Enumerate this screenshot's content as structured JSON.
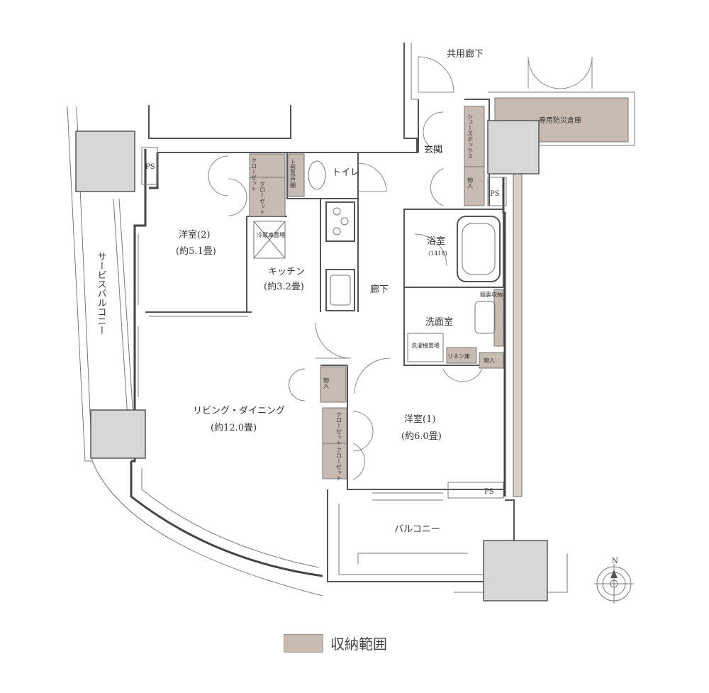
{
  "rooms": {
    "corridor_shared": "共用廊下",
    "private_storage": "専用防災倉庫",
    "entrance": "玄関",
    "shoe_box": "シューズボックス",
    "storage": "物入",
    "ps": "PS",
    "toilet": "トイレ",
    "upper_shelf": "上部吊戸棚",
    "closet_short": "クローゼット",
    "closet": "クローゼット",
    "western2_name": "洋室(2)",
    "western2_size": "(約5.1畳)",
    "fridge": "冷蔵庫置場",
    "kitchen_name": "キッチン",
    "kitchen_size": "(約3.2畳)",
    "bath_name": "浴室",
    "bath_size": "(1418)",
    "hallway": "廊下",
    "washroom": "洗面室",
    "mirror_storage": "鏡裏収納",
    "washer": "洗濯機置場",
    "linen": "リネン庫",
    "living_name": "リビング・ダイニング",
    "living_size": "(約12.0畳)",
    "western1_name": "洋室(1)",
    "western1_size": "(約6.0畳)",
    "balcony": "バルコニー",
    "service_balcony": "サービスバルコニー",
    "north": "N"
  },
  "legend": {
    "label": "収納範囲"
  },
  "colors": {
    "storage_fill": "#c8bcb2",
    "shaft_fill": "#d7d7d7"
  }
}
